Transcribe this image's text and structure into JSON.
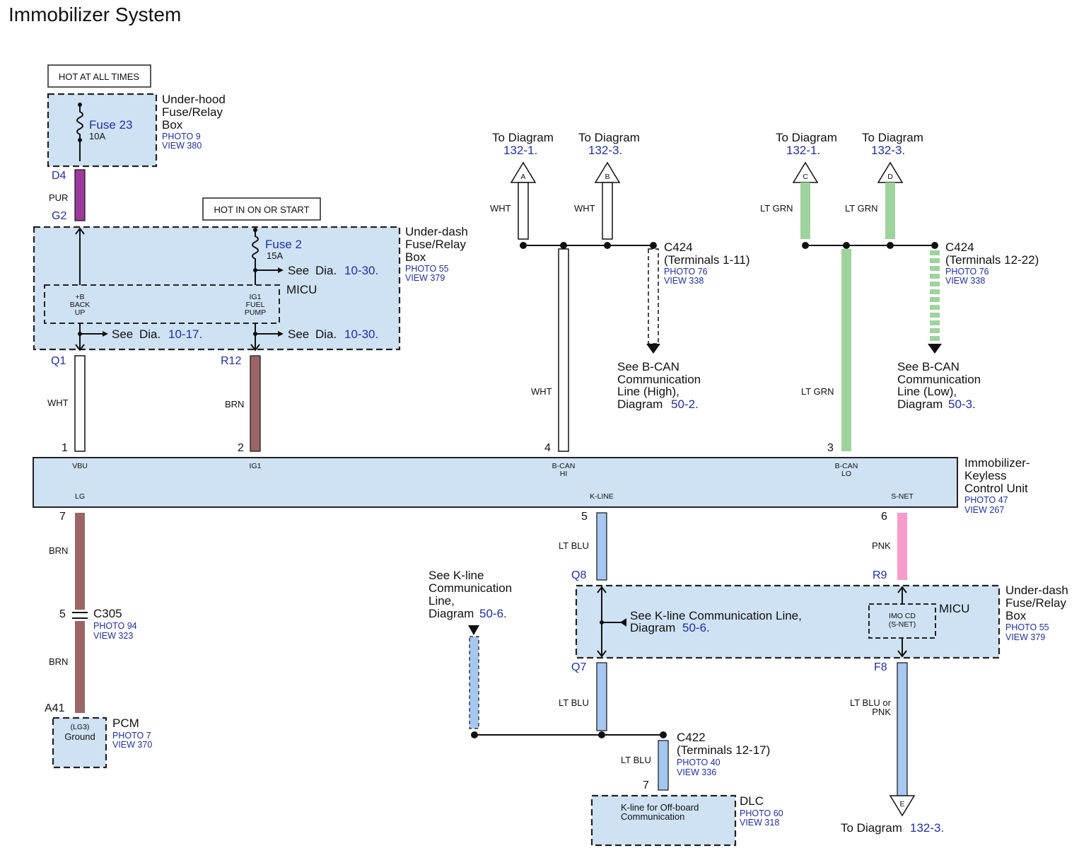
{
  "title": "Immobilizer System",
  "hot_always": "HOT AT ALL TIMES",
  "hot_on_start": "HOT IN ON OR START",
  "uh_fuse": {
    "lines": [
      "Under-hood",
      "Fuse/Relay",
      "Box"
    ],
    "photo": "PHOTO 9",
    "view": "VIEW 380",
    "fuse": "Fuse 23",
    "amps": "10A"
  },
  "ud_fuse": {
    "lines": [
      "Under-dash",
      "Fuse/Relay",
      "Box"
    ],
    "photo": "PHOTO 55",
    "view": "VIEW 379",
    "fuse": "Fuse 2",
    "amps": "15A",
    "micu": "MICU",
    "bup": [
      "+B",
      "BACK",
      "UP"
    ],
    "ig1": [
      "IG1",
      "FUEL",
      "PUMP"
    ]
  },
  "see": "See",
  "dia": "Dia.",
  "see_refs": [
    "10-30.",
    "10-17.",
    "10-30."
  ],
  "connectors": {
    "D4": "D4",
    "G2": "G2",
    "Q1": "Q1",
    "R12": "R12",
    "Q8": "Q8",
    "Q7": "Q7",
    "R9": "R9",
    "F8": "F8"
  },
  "wires": {
    "pur": "PUR",
    "wht": "WHT",
    "brn": "BRN",
    "ltgrn": "LT GRN",
    "ltblu": "LT BLU",
    "pnk": "PNK",
    "ltblu_pnk": [
      "LT BLU or",
      "PNK"
    ]
  },
  "to_diagram": "To Diagram",
  "offpage": [
    {
      "letter": "A",
      "ref": "132-1."
    },
    {
      "letter": "B",
      "ref": "132-3."
    },
    {
      "letter": "C",
      "ref": "132-1."
    },
    {
      "letter": "D",
      "ref": "132-3."
    },
    {
      "letter": "E",
      "ref": "132-3."
    }
  ],
  "c424_hi": {
    "name": "C424",
    "terms": "(Terminals 1-11)",
    "photo": "PHOTO 76",
    "view": "VIEW 338"
  },
  "c424_lo": {
    "name": "C424",
    "terms": "(Terminals 12-22)",
    "photo": "PHOTO 76",
    "view": "VIEW 338"
  },
  "bcan_hi_note": {
    "lines": [
      "See B-CAN",
      "Communication",
      "Line (High),"
    ],
    "diag": "Diagram",
    "ref": "50-2."
  },
  "bcan_lo_note": {
    "lines": [
      "See B-CAN",
      "Communication",
      "Line (Low),"
    ],
    "diag": "Diagram",
    "ref": "50-3."
  },
  "unit": {
    "lines": [
      "Immobilizer-",
      "Keyless",
      "Control Unit"
    ],
    "photo": "PHOTO 47",
    "view": "VIEW 267",
    "pins_top": [
      {
        "num": "1",
        "label": "VBU"
      },
      {
        "num": "2",
        "label": "IG1"
      },
      {
        "num": "4",
        "label": "B-CAN",
        "label2": "HI"
      },
      {
        "num": "3",
        "label": "B-CAN",
        "label2": "LO"
      }
    ],
    "pins_bottom": [
      {
        "num": "7",
        "label": "LG"
      },
      {
        "num": "5",
        "label": "K-LINE"
      },
      {
        "num": "6",
        "label": "S-NET"
      }
    ]
  },
  "c305": {
    "pin": "5",
    "name": "C305",
    "photo": "PHOTO 94",
    "view": "VIEW 323"
  },
  "pcm": {
    "pin": "A41",
    "name": "PCM",
    "photo": "PHOTO 7",
    "view": "VIEW 370",
    "inner": [
      "(LG3)",
      "Ground"
    ]
  },
  "kline_left_note": {
    "lines": [
      "See K-line",
      "Communication",
      "Line,"
    ],
    "diag": "Diagram",
    "ref": "50-6."
  },
  "kline_box_note": {
    "line1": "See K-line Communication Line,",
    "diag": "Diagram",
    "ref": "50-6."
  },
  "ud_fuse2": {
    "lines": [
      "Under-dash",
      "Fuse/Relay",
      "Box"
    ],
    "photo": "PHOTO 55",
    "view": "VIEW 379",
    "micu": "MICU",
    "imocd": [
      "IMO CD",
      "(S-NET)"
    ]
  },
  "c422": {
    "name": "C422",
    "terms": "(Terminals 12-17)",
    "photo": "PHOTO 40",
    "view": "VIEW 336"
  },
  "dlc": {
    "pin": "7",
    "name": "DLC",
    "photo": "PHOTO 60",
    "view": "VIEW 318",
    "inner": [
      "K-line for Off-board",
      "Communication"
    ]
  },
  "colors": {
    "pur": "#9a3a9a",
    "brn": "#9b6565",
    "ltgrn": "#9ed39e",
    "ltblu": "#a6c8f0",
    "pnk": "#f59ccb",
    "box": "#cfe2f3",
    "blue_text": "#1f2fa8"
  }
}
